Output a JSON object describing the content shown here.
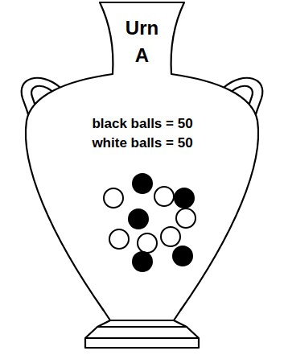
{
  "diagram": {
    "nodes": [
      {
        "text": [
          "Urn A",
          "black balls = 50",
          "white balls = 50"
        ]
      }
    ]
  }
}
